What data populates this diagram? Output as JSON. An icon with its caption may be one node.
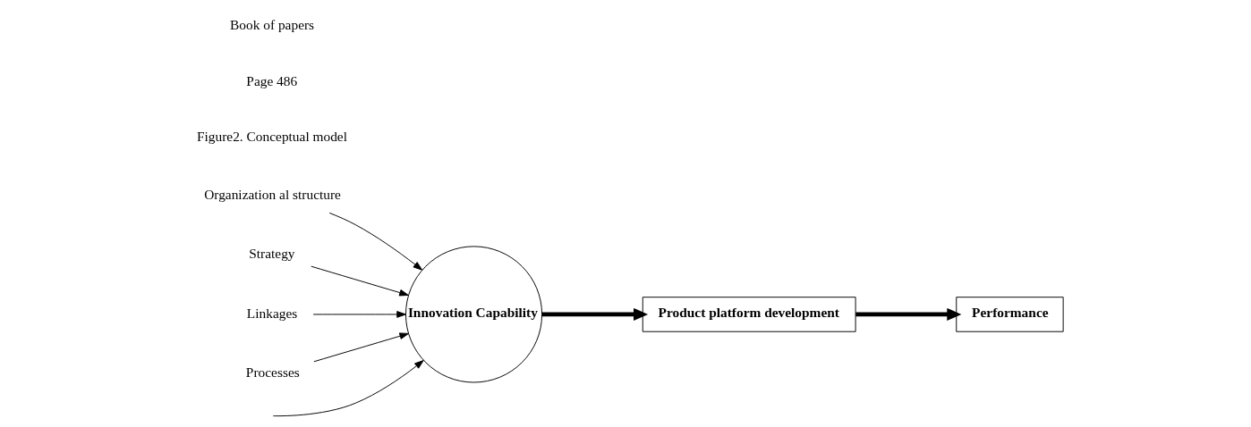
{
  "diagram": {
    "nodes": [
      {
        "text": [
          "Organization al structure"
        ]
      },
      {
        "text": [
          "Strategy"
        ]
      },
      {
        "text": [
          "Innovation Capability"
        ]
      },
      {
        "text": [
          "Product platform development"
        ]
      },
      {
        "text": [
          "Performance"
        ]
      },
      {
        "text": [
          "Linkages"
        ]
      },
      {
        "text": [
          "Processes"
        ]
      }
    ],
    "edges": [
      {
        "from": 0,
        "to": 2,
        "arrow": "to"
      },
      {
        "from": 1,
        "to": 2,
        "arrow": "to"
      },
      {
        "from": null,
        "to": 2,
        "arrow": "to"
      },
      {
        "from": 6,
        "to": 2,
        "arrow": "to"
      },
      {
        "from": 5,
        "to": 2,
        "arrow": "to"
      },
      {
        "from": 2,
        "to": 3,
        "arrow": "to",
        "style": "thick"
      },
      {
        "from": 3,
        "to": 4,
        "arrow": "to",
        "style": "thick"
      }
    ],
    "labels": [
      "Figure2. Conceptual model",
      "Page 486",
      "Book of papers"
    ]
  }
}
